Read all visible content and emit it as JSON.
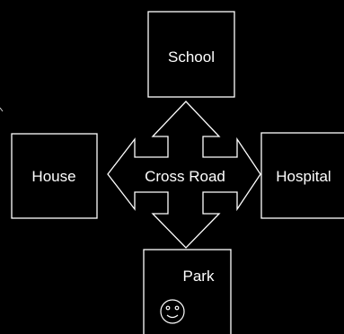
{
  "diagram": {
    "center_label": "Cross Road",
    "nodes": {
      "school": "School",
      "house": "House",
      "hospital": "Hospital",
      "park": "Park"
    }
  },
  "colors": {
    "background": "#000000",
    "stroke": "#ffffff",
    "text": "#ffffff"
  },
  "icons": {
    "park": "smiley-face-icon"
  }
}
